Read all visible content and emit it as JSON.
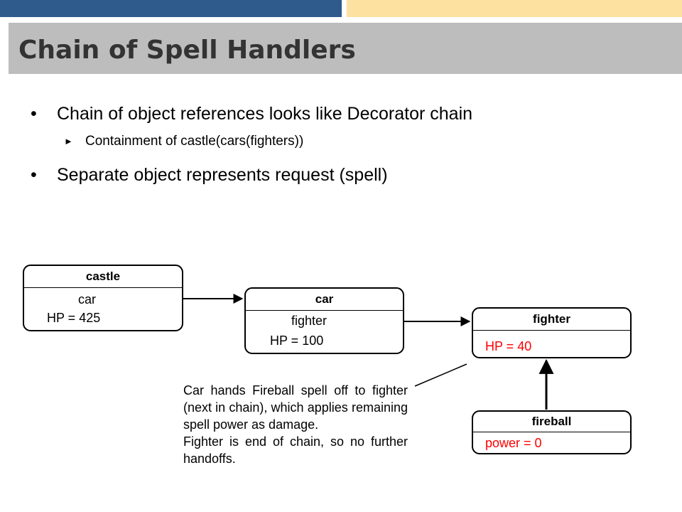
{
  "title": "Chain of Spell Handlers",
  "bullets": [
    {
      "text": "Chain of object references looks like Decorator chain",
      "sub": [
        "Containment of castle(cars(fighters))"
      ]
    },
    {
      "text": "Separate object represents request (spell)",
      "sub": []
    }
  ],
  "boxes": {
    "castle": {
      "name": "castle",
      "ref": "car",
      "hp": "HP = 425"
    },
    "car": {
      "name": "car",
      "ref": "fighter",
      "hp": "HP = 100"
    },
    "fighter": {
      "name": "fighter",
      "hp": "HP = 40"
    },
    "fireball": {
      "name": "fireball",
      "power": "power = 0"
    }
  },
  "note": {
    "line1": "Car hands Fireball spell off to fighter (next in chain), which applies remaining spell power as damage.",
    "line2": "Fighter is end of chain, so no further handoffs."
  },
  "colors": {
    "top_bar_left": "#2f5a8c",
    "top_bar_right": "#fce1a0",
    "title_band": "#bdbdbd",
    "title_text": "#333333",
    "highlight": "#ff0000"
  }
}
